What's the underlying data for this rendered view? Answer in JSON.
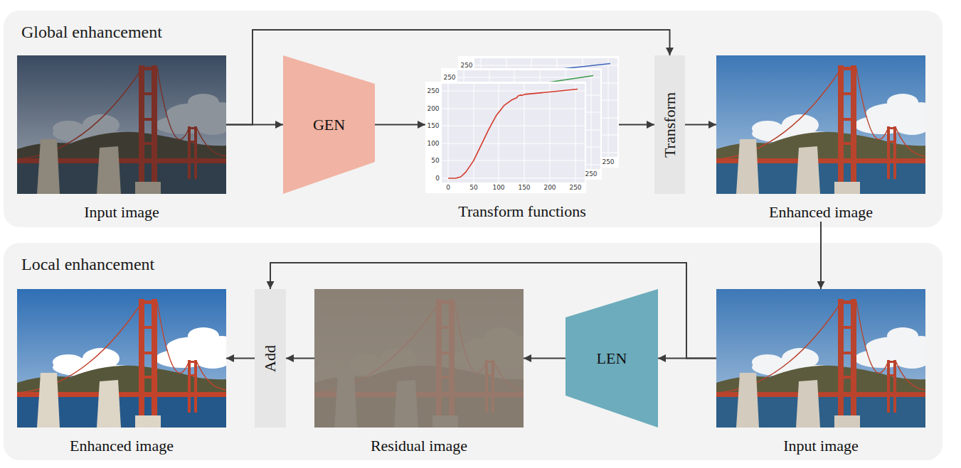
{
  "diagram": {
    "nodes": [
      {
        "text": [
          "Global enhancement"
        ]
      },
      {
        "text": [
          "Input image"
        ],
        "in": 0
      },
      {
        "text": [
          "GEN"
        ],
        "in": 0
      },
      {
        "text": [
          "Transform functions"
        ],
        "in": 0
      },
      {
        "text": [
          "Transform"
        ],
        "in": 0
      },
      {
        "text": [
          "Enhanced image"
        ],
        "in": 0
      },
      {
        "text": [
          "Local enhancement"
        ]
      },
      {
        "text": [
          "Enhanced image"
        ],
        "in": 6
      },
      {
        "text": [
          "Add"
        ],
        "in": 6
      },
      {
        "text": [
          "Residual image"
        ],
        "in": 6
      },
      {
        "text": [
          "LEN"
        ],
        "in": 6
      },
      {
        "text": [
          "Input image"
        ],
        "in": 6
      }
    ],
    "edges": [
      {
        "from": 1,
        "to": 2,
        "arrow": "to"
      },
      {
        "from": 1,
        "to": 4,
        "arrow": "to"
      },
      {
        "from": 2,
        "to": 3,
        "arrow": "to"
      },
      {
        "from": 3,
        "to": 4,
        "arrow": "to"
      },
      {
        "from": 4,
        "to": 5,
        "arrow": "to"
      },
      {
        "from": 5,
        "to": 11,
        "arrow": "to"
      },
      {
        "from": 11,
        "to": 10,
        "arrow": "to"
      },
      {
        "from": 11,
        "to": 8,
        "arrow": "to"
      },
      {
        "from": 10,
        "to": 9,
        "arrow": "to"
      },
      {
        "from": 9,
        "to": 8,
        "arrow": "to"
      },
      {
        "from": 8,
        "to": 7,
        "arrow": "to"
      }
    ],
    "labels": [
      "250",
      "250",
      "250",
      "200",
      "150",
      "100",
      "50",
      "0",
      "0",
      "50",
      "100",
      "150",
      "200",
      "250",
      "250",
      "250"
    ]
  }
}
